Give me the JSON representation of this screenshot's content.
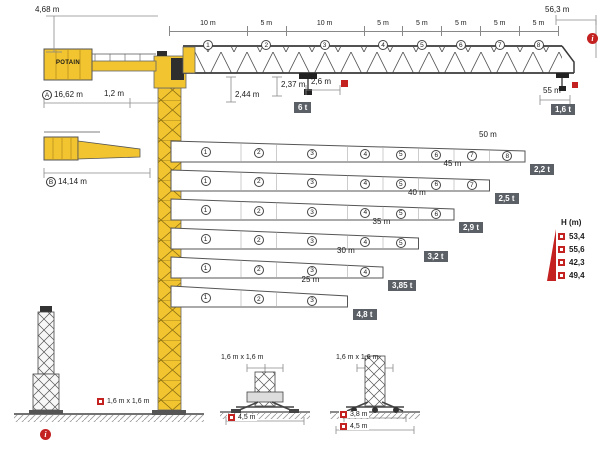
{
  "brand": "POTAIN",
  "top_dims": {
    "counter_height": "4,68 m",
    "tip_total": "56,3 m",
    "segment_labels": [
      "10 m",
      "5 m",
      "10 m",
      "5 m",
      "5 m",
      "5 m",
      "5 m",
      "5 m"
    ],
    "segment_bounds_m": [
      0,
      10,
      15,
      25,
      30,
      35,
      40,
      45,
      50
    ],
    "jib_numbers": [
      "1",
      "2",
      "3",
      "4",
      "5",
      "6",
      "7",
      "8"
    ],
    "radius_a_label": "A",
    "radius_a": "16,62 m",
    "offset": "1,2 m",
    "root_offset": "2,44 m",
    "trolley_width": "2,37 m",
    "hook_offset": "2,6 m",
    "max_capacity": "6 t",
    "tip_radius": "55 m",
    "tip_capacity": "1,6 t"
  },
  "counter_b": {
    "label": "B",
    "value": "14,14 m"
  },
  "segment_centers_m": [
    5,
    12.5,
    20,
    27.5,
    32.5,
    37.5,
    42.5,
    47.5
  ],
  "configs": [
    {
      "length_m": 50,
      "length": "50 m",
      "capacity": "2,2 t",
      "segments": [
        "1",
        "2",
        "3",
        "4",
        "5",
        "6",
        "7",
        "8"
      ]
    },
    {
      "length_m": 45,
      "length": "45 m",
      "capacity": "2,5 t",
      "segments": [
        "1",
        "2",
        "3",
        "4",
        "5",
        "6",
        "7"
      ]
    },
    {
      "length_m": 40,
      "length": "40 m",
      "capacity": "2,9 t",
      "segments": [
        "1",
        "2",
        "3",
        "4",
        "5",
        "6"
      ]
    },
    {
      "length_m": 35,
      "length": "35 m",
      "capacity": "3,2 t",
      "segments": [
        "1",
        "2",
        "3",
        "4",
        "5"
      ]
    },
    {
      "length_m": 30,
      "length": "30 m",
      "capacity": "3,85 t",
      "segments": [
        "1",
        "2",
        "3",
        "4"
      ]
    },
    {
      "length_m": 25,
      "length": "25 m",
      "capacity": "4,8 t",
      "segments": [
        "1",
        "2",
        "3"
      ]
    }
  ],
  "height_table": {
    "header": "H (m)",
    "rows": [
      "53,4",
      "55,6",
      "42,3",
      "49,4"
    ]
  },
  "mast_section": "1,6 m x 1,6 m",
  "bases": [
    {
      "section": "1,6 m x 1,6 m",
      "dims": [
        "4,5 m"
      ]
    },
    {
      "section": "1,6 m x 1,6 m",
      "dims": [
        "3,8 m",
        "4,5 m"
      ]
    }
  ],
  "info_icon": "i",
  "colors": {
    "yellow": "#f2c430",
    "red": "#c42121",
    "badge": "#5b6067"
  }
}
